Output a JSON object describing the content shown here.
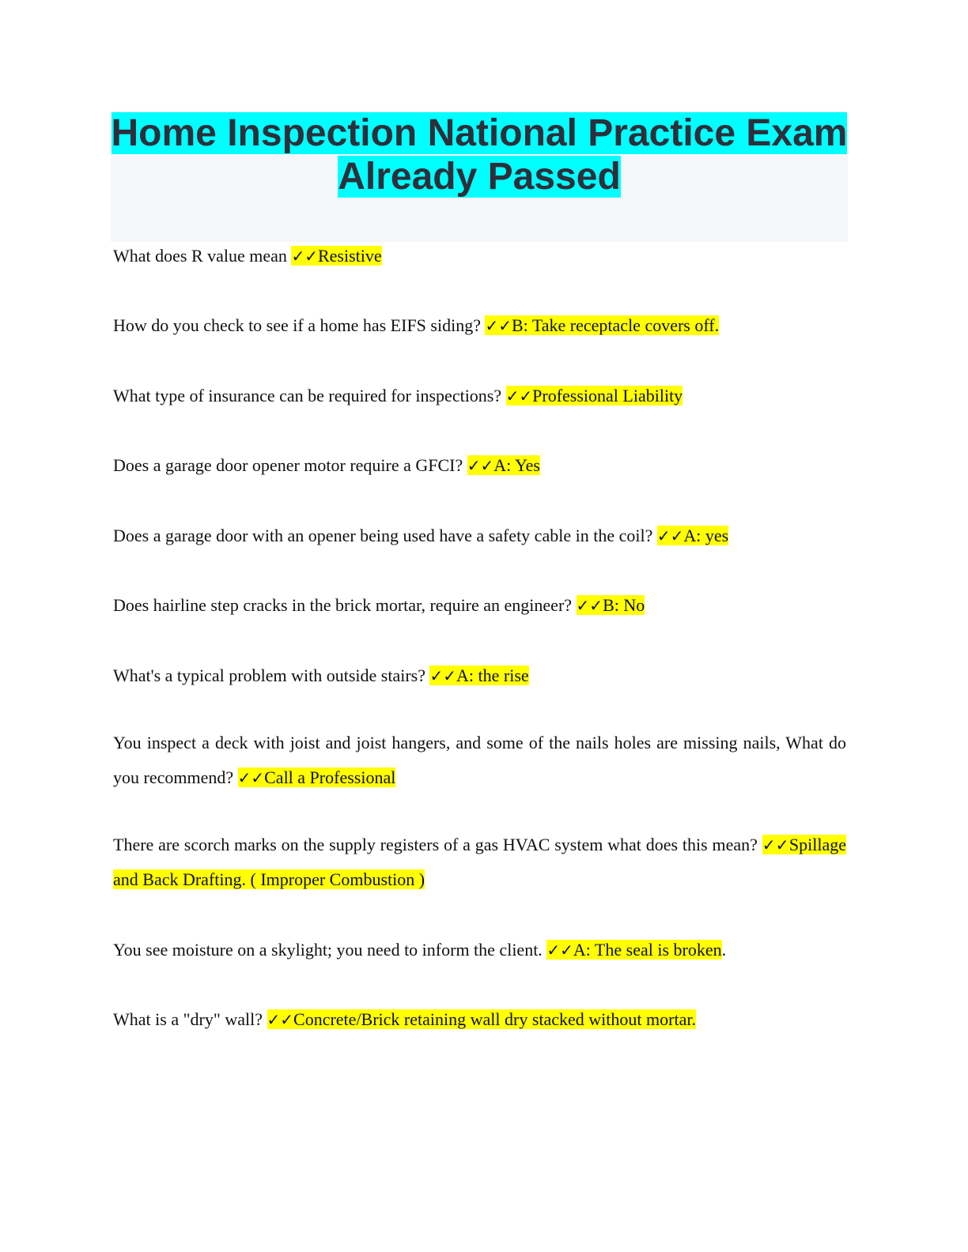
{
  "document": {
    "title_line1": "Home Inspection National Practice Exam",
    "title_line2": "Already Passed",
    "answer_marker": "✓✓",
    "highlight_color": "#ffff00",
    "title_highlight_color": "#00ffff"
  },
  "items": [
    {
      "question": "What does R value mean ",
      "answer": "Resistive",
      "after": ""
    },
    {
      "question": "How do you check to see if a home has EIFS siding? ",
      "answer": "B: Take receptacle covers off.",
      "after": ""
    },
    {
      "question": "What type of insurance can be required for inspections? ",
      "answer": "Professional Liability",
      "after": ""
    },
    {
      "question": "Does a garage door opener motor require a GFCI? ",
      "answer": "A: Yes",
      "after": ""
    },
    {
      "question": "Does a garage door with an opener being used have a safety cable in the coil? ",
      "answer": "A: yes",
      "after": ""
    },
    {
      "question": "Does hairline step cracks in the brick mortar, require an engineer? ",
      "answer": "B: No",
      "after": ""
    },
    {
      "question": "What's a typical problem with outside stairs? ",
      "answer": "A: the rise",
      "after": ""
    },
    {
      "question": "You inspect a deck with joist and joist hangers, and some of the nails holes are missing nails, What do you recommend? ",
      "answer": "Call a Professional",
      "after": ""
    },
    {
      "question": "There are scorch marks on the supply registers of a gas HVAC system what does this mean? ",
      "answer": "Spillage and Back Drafting. ( Improper Combustion )",
      "after": ""
    },
    {
      "question": "You see moisture on a skylight; you need to inform the client. ",
      "answer": "A: The seal is broken",
      "after": "."
    },
    {
      "question": "What is a \"dry\" wall? ",
      "answer": "Concrete/Brick retaining wall dry stacked without mortar.",
      "after": ""
    }
  ]
}
